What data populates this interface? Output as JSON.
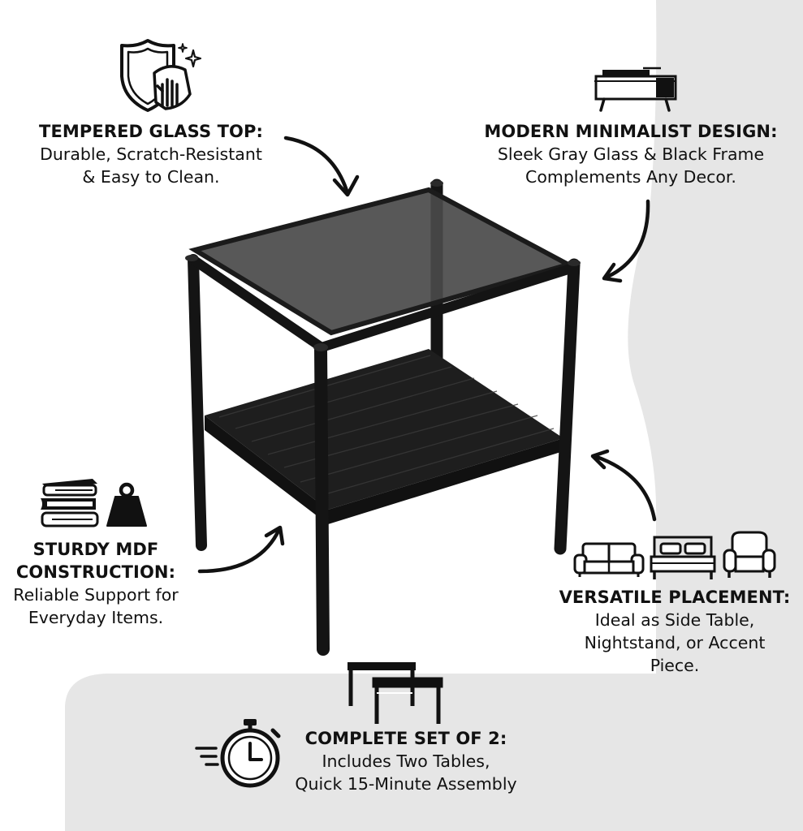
{
  "features": {
    "glass": {
      "title": "TEMPERED GLASS TOP:",
      "lines": [
        "Durable, Scratch-Resistant",
        "& Easy to Clean."
      ]
    },
    "design": {
      "title": "MODERN MINIMALIST DESIGN:",
      "lines": [
        "Sleek Gray Glass & Black Frame",
        "Complements Any Decor."
      ]
    },
    "sturdy": {
      "title_lines": [
        "STURDY MDF",
        "CONSTRUCTION:"
      ],
      "lines": [
        "Reliable Support for",
        "Everyday Items."
      ]
    },
    "versatile": {
      "title": "VERSATILE PLACEMENT:",
      "lines": [
        "Ideal as Side Table,",
        "Nightstand, or Accent",
        "Piece."
      ]
    },
    "set": {
      "title": "COMPLETE SET OF 2:",
      "lines": [
        "Includes Two Tables,",
        "Quick 15-Minute Assembly"
      ]
    }
  },
  "icons": [
    "shield-hand-cleaning-icon",
    "sparkle-icon",
    "minimalist-cabinet-icon",
    "book-stack-icon",
    "weight-icon",
    "sofa-icon",
    "bed-icon",
    "armchair-icon",
    "two-tables-icon",
    "stopwatch-icon"
  ],
  "colors": {
    "background": "#ffffff",
    "panel": "#e6e6e6",
    "frame": "#141414",
    "glass": "#4a4a4a",
    "text": "#111111"
  }
}
